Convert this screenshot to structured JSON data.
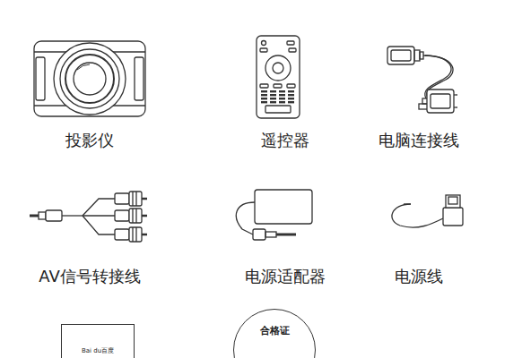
{
  "diagram": {
    "nodes": [
      {
        "text": [
          "Bai du百度"
        ]
      },
      {
        "text": [
          "合格证"
        ]
      }
    ],
    "labels": [
      "投影仪",
      "遥控器",
      "电脑连接线",
      "AV信号转接线",
      "电源适配器",
      "电源线"
    ]
  }
}
